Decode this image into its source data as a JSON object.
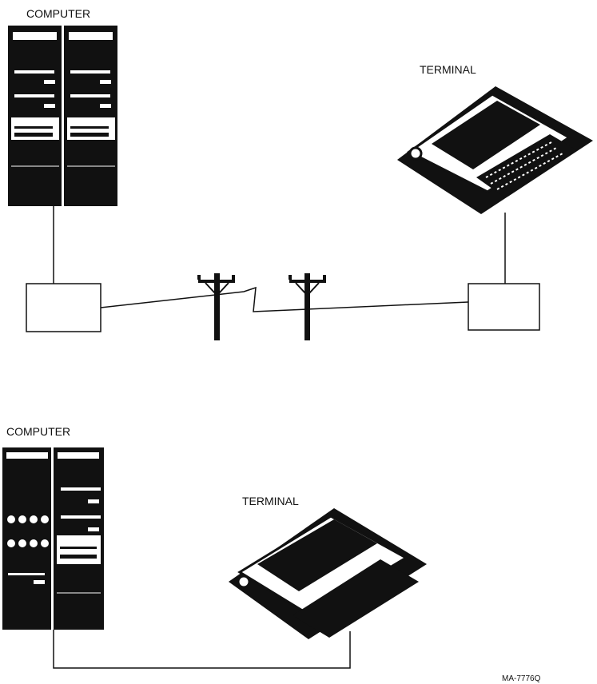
{
  "top_section": {
    "computer_label": "COMPUTER",
    "terminal_label": "TERMINAL"
  },
  "bottom_section": {
    "computer_label": "COMPUTER",
    "terminal_label": "TERMINAL"
  },
  "figure_ref": "MA-7776Q",
  "colors": {
    "ink": "#111111",
    "paper": "#ffffff"
  }
}
